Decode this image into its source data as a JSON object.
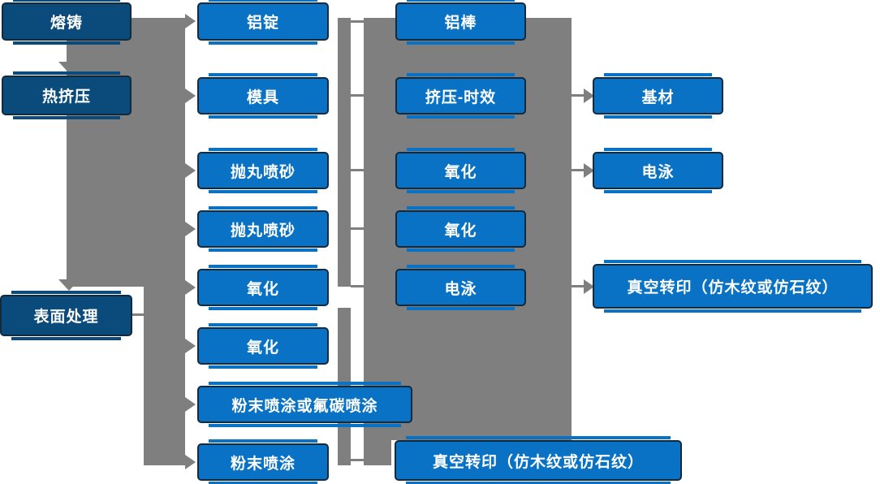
{
  "colors": {
    "dark_blue": "#0a4b7b",
    "bright_blue": "#0a72c4",
    "border": "#13293c",
    "gray": "#7f7f7f",
    "text": "#ffffff",
    "background": "#ffffff"
  },
  "nodes": {
    "melting_casting": {
      "label": "熔铸"
    },
    "hot_extrusion": {
      "label": "热挤压"
    },
    "surface_treatment": {
      "label": "表面处理"
    },
    "aluminum_ingot": {
      "label": "铝锭"
    },
    "mold": {
      "label": "模具"
    },
    "shot_blasting_1": {
      "label": "抛丸喷砂"
    },
    "shot_blasting_2": {
      "label": "抛丸喷砂"
    },
    "oxidation_1": {
      "label": "氧化"
    },
    "oxidation_2": {
      "label": "氧化"
    },
    "powder_or_fluorocarbon": {
      "label": "粉末喷涂或氟碳喷涂"
    },
    "powder_coating": {
      "label": "粉末喷涂"
    },
    "aluminum_rod": {
      "label": "铝棒"
    },
    "extrusion_aging": {
      "label": "挤压-时效"
    },
    "oxidation_3": {
      "label": "氧化"
    },
    "oxidation_4": {
      "label": "氧化"
    },
    "electrophoresis_1": {
      "label": "电泳"
    },
    "vacuum_transfer_bottom": {
      "label": "真空转印（仿木纹或仿石纹）"
    },
    "base_material": {
      "label": "基材"
    },
    "electrophoresis_2": {
      "label": "电泳"
    },
    "vacuum_transfer_right": {
      "label": "真空转印（仿木纹或仿石纹）"
    }
  }
}
